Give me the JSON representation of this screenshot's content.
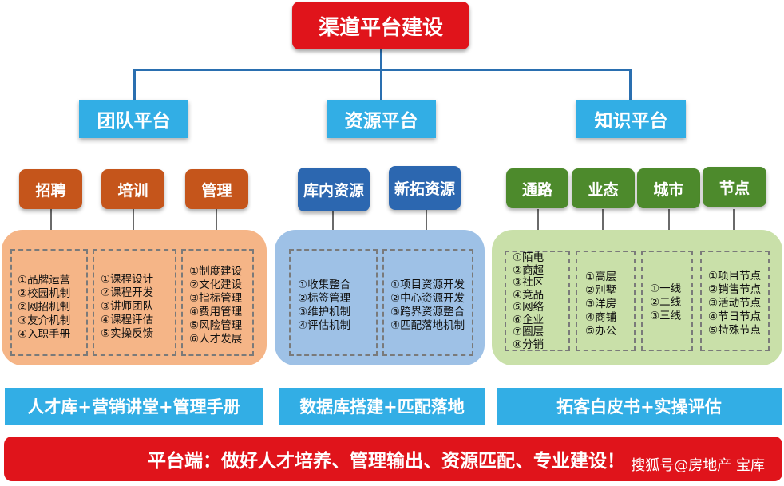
{
  "root": {
    "label": "渠道平台建设"
  },
  "platforms": [
    {
      "label": "团队平台",
      "subs": [
        "招聘",
        "培训",
        "管理"
      ],
      "lists": [
        [
          "①品牌运营",
          "②校园机制",
          "②网招机制",
          "③友介机制",
          "④入职手册"
        ],
        [
          "①课程设计",
          "②课程开发",
          "③讲师团队",
          "④课程评估",
          "⑤实操反馈"
        ],
        [
          "①制度建设",
          "②文化建设",
          "③指标管理",
          "④费用管理",
          "⑤风险管理",
          "⑥人才发展"
        ]
      ],
      "summary": "人才库+营销讲堂+管理手册"
    },
    {
      "label": "资源平台",
      "subs": [
        "库内资源",
        "新拓资源"
      ],
      "lists": [
        [
          "①收集整合",
          "②标签管理",
          "③维护机制",
          "④评估机制"
        ],
        [
          "①项目资源开发",
          "②中心资源开发",
          "③跨界资源整合",
          "④匹配落地机制"
        ]
      ],
      "summary": "数据库搭建+匹配落地"
    },
    {
      "label": "知识平台",
      "subs": [
        "通路",
        "业态",
        "城市",
        "节点"
      ],
      "lists": [
        [
          "①陌电",
          "②商超",
          "③社区",
          "④竞品",
          "⑤网络",
          "⑥企业",
          "⑦圈层",
          "⑧分销"
        ],
        [
          "①高层",
          "②别墅",
          "③洋房",
          "④商铺",
          "⑤办公"
        ],
        [
          "①一线",
          "②二线",
          "③三线"
        ],
        [
          "①项目节点",
          "②销售节点",
          "③活动节点",
          "④节日节点",
          "⑤特殊节点"
        ]
      ],
      "summary": "拓客白皮书+实操评估"
    }
  ],
  "bottom": {
    "text": "平台端：做好人才培养、管理输出、资源匹配、专业建设！"
  },
  "watermark": "搜狐号@房地产 宝库",
  "colors": {
    "red": "#e0141b",
    "cyan": "#32aee5",
    "orange": "#c5551b",
    "blue": "#2c67b0",
    "green": "#4d8a2c"
  }
}
